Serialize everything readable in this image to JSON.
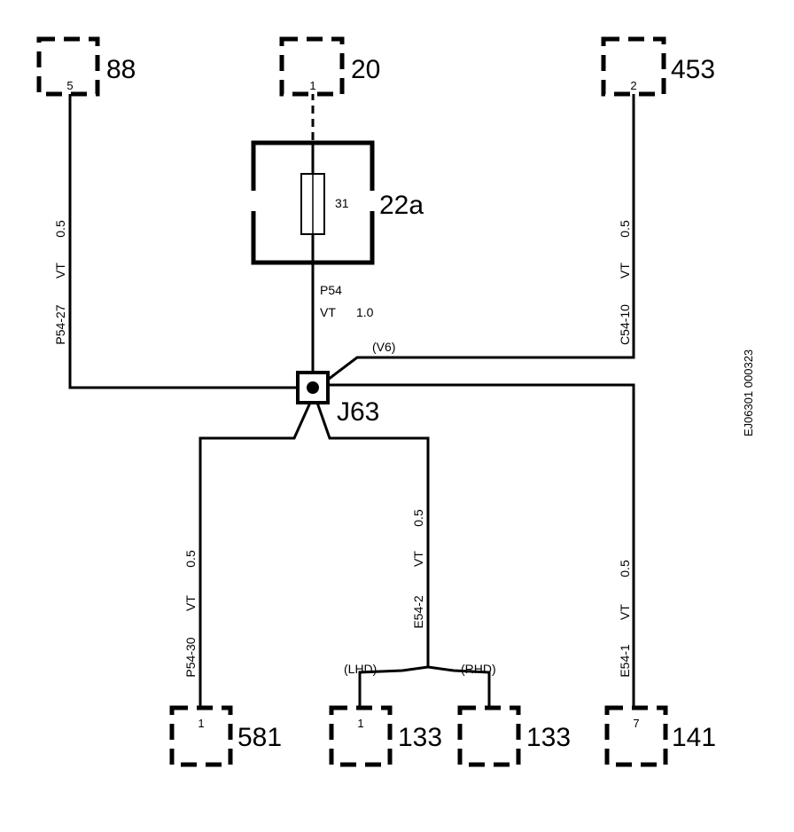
{
  "connectors": {
    "c88": {
      "name": "88",
      "pin": "5"
    },
    "c20": {
      "name": "20",
      "pin": "1"
    },
    "c453": {
      "name": "453",
      "pin": "2"
    },
    "c581": {
      "name": "581",
      "pin": "1"
    },
    "c133_lhd": {
      "name": "133",
      "pin": "1"
    },
    "c133_rhd": {
      "name": "133",
      "pin": ""
    },
    "c141": {
      "name": "141",
      "pin": "7"
    }
  },
  "fuse_box": {
    "name": "22a",
    "fuse": "31"
  },
  "junction": {
    "name": "J63"
  },
  "wires": {
    "w88": {
      "terminal": "P54-27",
      "color": "VT",
      "size": "0.5"
    },
    "w_fuse": {
      "terminal": "P54",
      "color": "VT",
      "size": "1.0"
    },
    "w453": {
      "terminal": "C54-10",
      "color": "VT",
      "size": "0.5",
      "variant": "(V6)"
    },
    "w581": {
      "terminal": "P54-30",
      "color": "VT",
      "size": "0.5"
    },
    "w133": {
      "terminal": "E54-2",
      "color": "VT",
      "size": "0.5"
    },
    "w141": {
      "terminal": "E54-1",
      "color": "VT",
      "size": "0.5"
    }
  },
  "variants": {
    "lhd": "(LHD)",
    "rhd": "(RHD)"
  },
  "doc_code": "EJ06301 000323"
}
